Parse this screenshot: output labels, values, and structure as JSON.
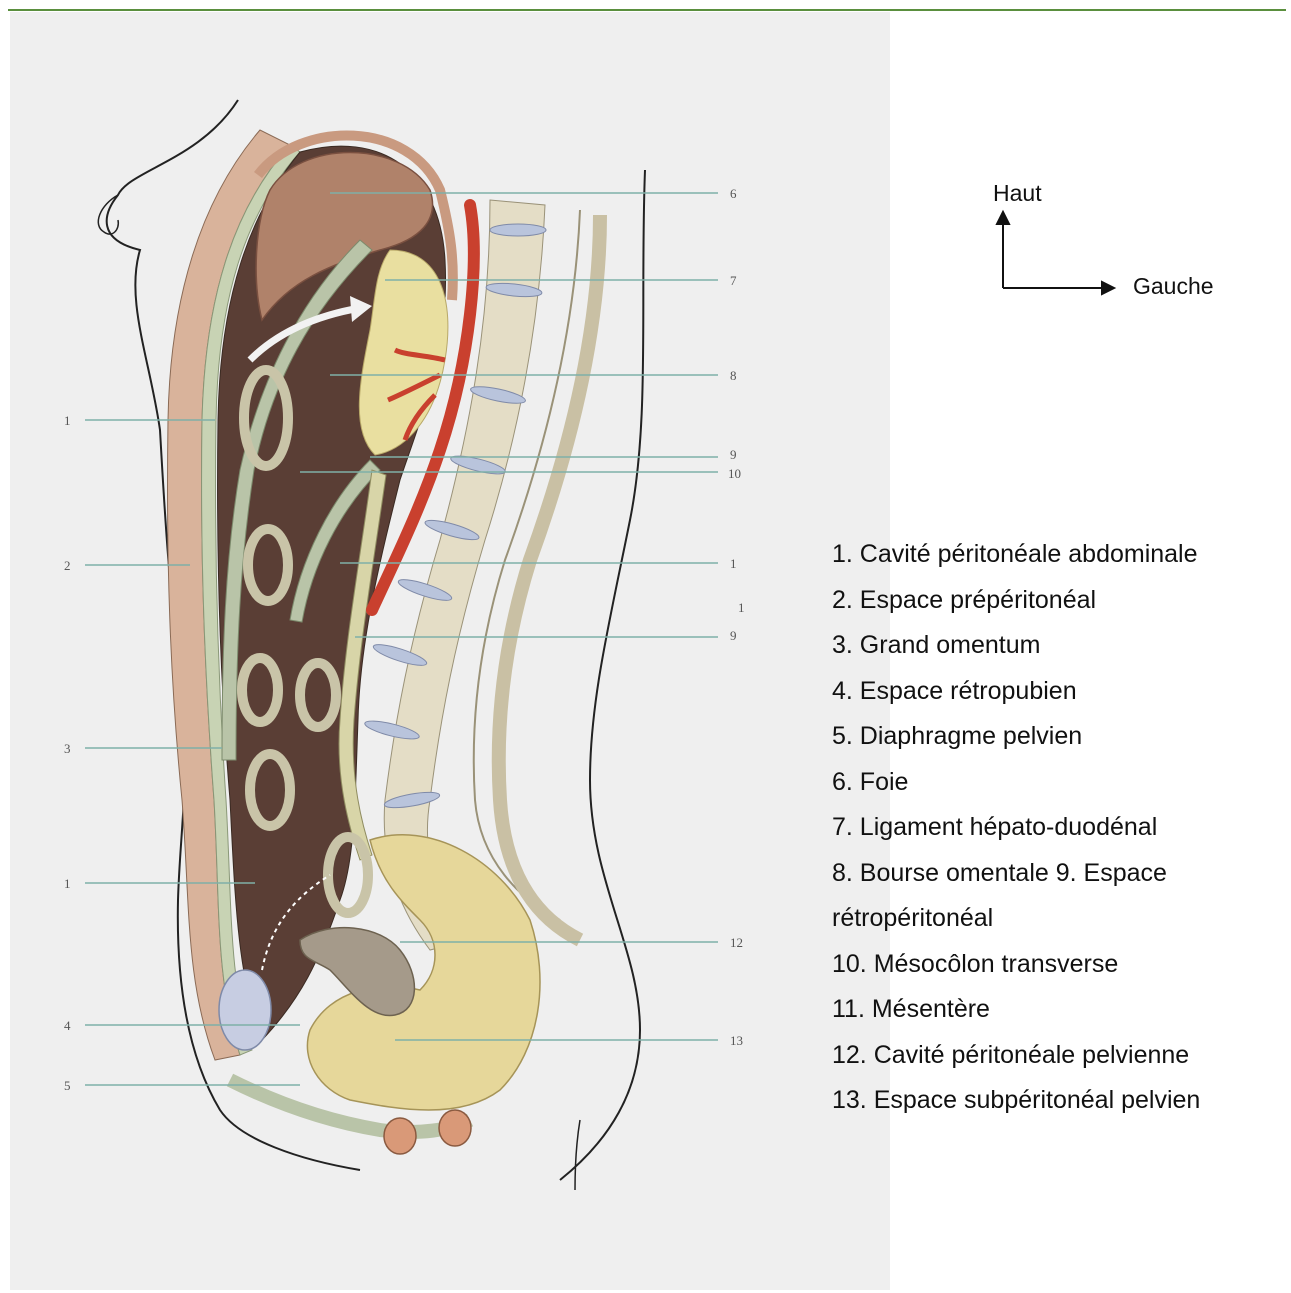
{
  "figure": {
    "callouts_left": [
      "1",
      "2",
      "3",
      "1",
      "4",
      "5"
    ],
    "callouts_right": [
      "6",
      "7",
      "8",
      "9",
      "10",
      "1",
      "1",
      "9",
      "12",
      "13"
    ]
  },
  "orientation": {
    "up_label": "Haut",
    "right_label": "Gauche"
  },
  "legend": {
    "items": [
      "1. Cavité péritonéale abdominale",
      "2. Espace prépéritonéal",
      "3. Grand omentum",
      "4. Espace rétropubien",
      "5. Diaphragme pelvien",
      "6. Foie",
      "7. Ligament hépato-duodénal",
      "8. Bourse omentale 9. Espace rétropéritonéal",
      "10. Mésocôlon transverse",
      "11. Mésentère",
      "12. Cavité péritonéale pelvienne",
      "13. Espace subpéritonéal pelvien"
    ]
  },
  "colors": {
    "cavity": "#5a3e35",
    "peritoneum": "#b9c4a8",
    "liver": "#b0826a",
    "aorta": "#c9402e",
    "fat": "#e6d79a",
    "spine_bone": "#e4ddc6",
    "disc": "#b9c4dc"
  }
}
